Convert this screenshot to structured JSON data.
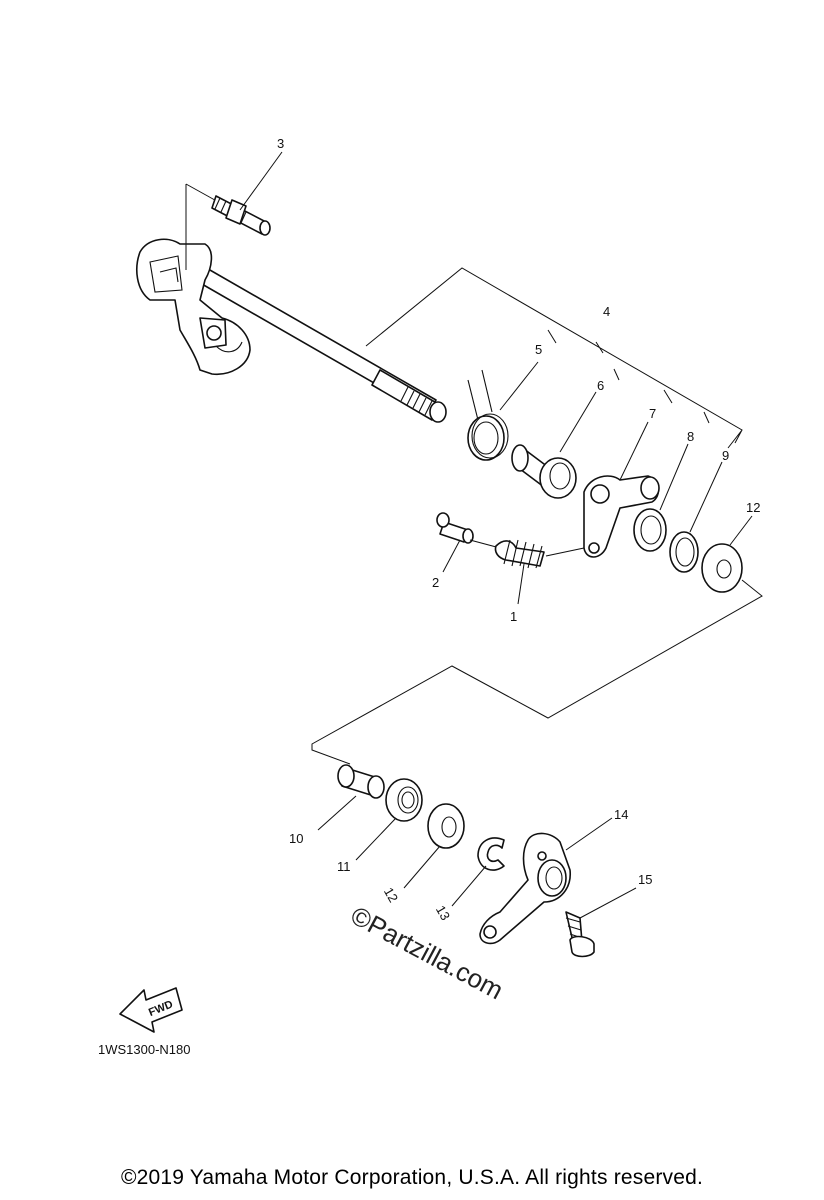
{
  "diagram": {
    "callouts": [
      {
        "id": "callout-1",
        "label": "1"
      },
      {
        "id": "callout-2",
        "label": "2"
      },
      {
        "id": "callout-3",
        "label": "3"
      },
      {
        "id": "callout-4",
        "label": "4"
      },
      {
        "id": "callout-5",
        "label": "5"
      },
      {
        "id": "callout-6",
        "label": "6"
      },
      {
        "id": "callout-7",
        "label": "7"
      },
      {
        "id": "callout-8",
        "label": "8"
      },
      {
        "id": "callout-9",
        "label": "9"
      },
      {
        "id": "callout-10",
        "label": "10"
      },
      {
        "id": "callout-11",
        "label": "11"
      },
      {
        "id": "callout-12",
        "label": "12"
      },
      {
        "id": "callout-12b",
        "label": "12"
      },
      {
        "id": "callout-13",
        "label": "13"
      },
      {
        "id": "callout-14",
        "label": "14"
      },
      {
        "id": "callout-15",
        "label": "15"
      }
    ],
    "fwd_label": "FWD",
    "diagram_code": "1WS1300-N180"
  },
  "watermark": "©Partzilla.com",
  "footer": {
    "copyright": "©2019  Yamaha Motor Corporation, U.S.A. All rights reserved."
  }
}
